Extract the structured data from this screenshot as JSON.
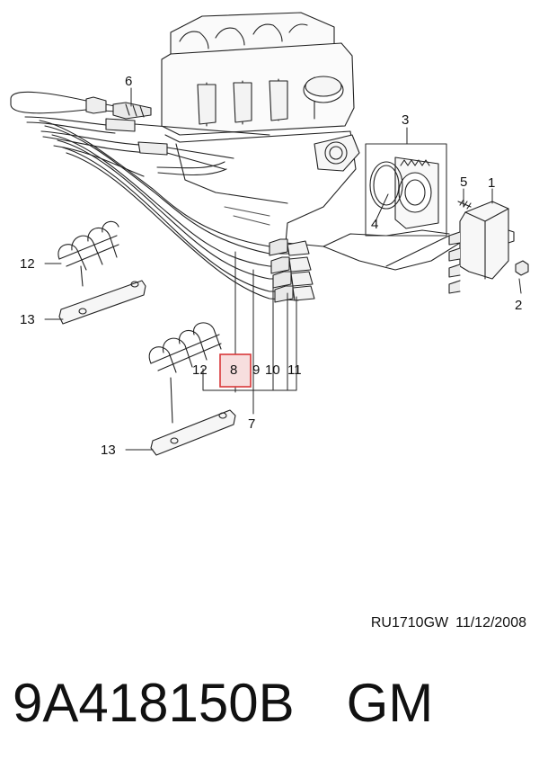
{
  "diagram": {
    "callouts": {
      "c1": "1",
      "c2": "2",
      "c3": "3",
      "c4": "4",
      "c5": "5",
      "c6": "6",
      "c7": "7",
      "c8": "8",
      "c9": "9",
      "c10": "10",
      "c11": "11",
      "c12a": "12",
      "c12b": "12",
      "c13a": "13",
      "c13b": "13"
    },
    "highlight_color": "#d9383a",
    "highlight_fill": "#f7dede"
  },
  "reference": {
    "code": "RU1710GW",
    "date": "11/12/2008"
  },
  "footer": {
    "part_number": "9A418150B",
    "brand": "GM"
  }
}
